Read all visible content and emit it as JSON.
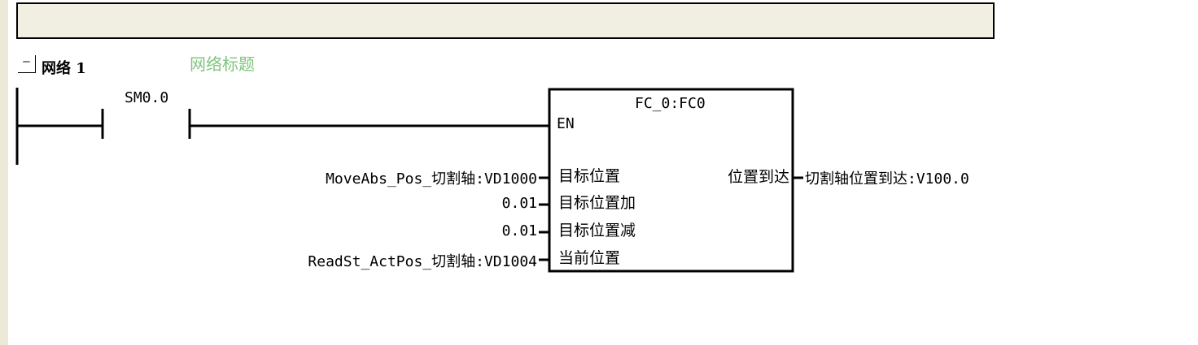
{
  "comment": "",
  "network": {
    "toggle": "–",
    "name": "网络 1",
    "title": "网络标题"
  },
  "contact": {
    "label": "SM0.0"
  },
  "function_block": {
    "title": "FC_0:FC0",
    "en": "EN",
    "inputs": [
      {
        "pin": "目标位置",
        "param": "MoveAbs_Pos_切割轴:VD1000"
      },
      {
        "pin": "目标位置加",
        "param": "0.01"
      },
      {
        "pin": "目标位置减",
        "param": "0.01"
      },
      {
        "pin": "当前位置",
        "param": "ReadSt_ActPos_切割轴:VD1004"
      }
    ],
    "output": {
      "pin": "位置到达",
      "param": "切割轴位置到达:V100.0"
    }
  }
}
